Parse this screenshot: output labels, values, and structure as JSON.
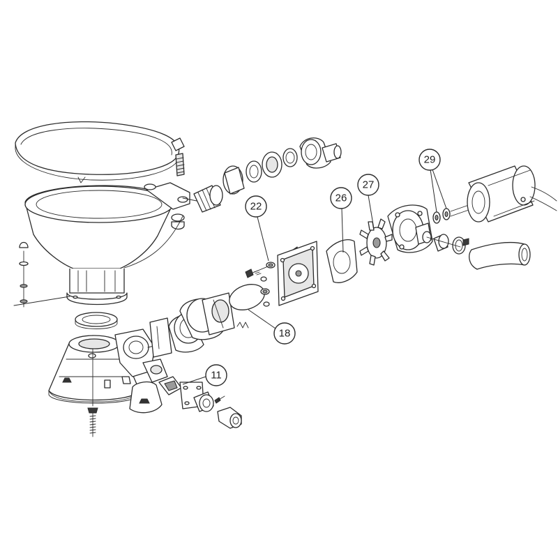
{
  "callouts": {
    "c11": "11",
    "c18": "18",
    "c22": "22",
    "c26": "26",
    "c27": "27",
    "c29": "29"
  },
  "colors": {
    "line": "#2b2b2b",
    "fill_light": "#e6e6e6",
    "fill_mid": "#9a9a9a",
    "background": "#ffffff"
  }
}
